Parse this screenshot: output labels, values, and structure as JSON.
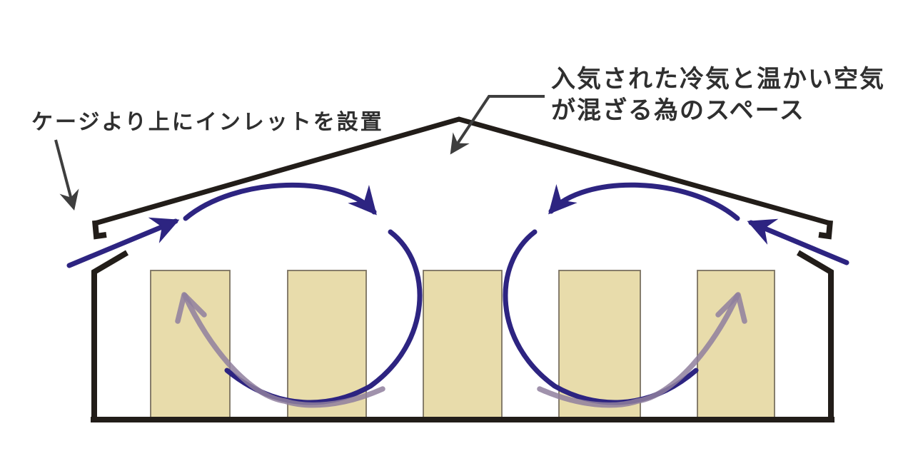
{
  "diagram": {
    "labels": {
      "inlet_note": "ケージより上にインレットを設置",
      "mixing_note_line1": "入気された冷気と温かい空気",
      "mixing_note_line2": "が混ざる為のスペース"
    },
    "cages": {
      "count": 5
    },
    "colors": {
      "background": "#ffffff",
      "structure": "#221d19",
      "airflow": "#2d2481",
      "airflow-faint": "#8f7f9d",
      "cage-fill": "#e8dcab",
      "cage-border": "#7a7160",
      "pointer": "#3e3e3e",
      "text": "#2f2f2f"
    }
  }
}
